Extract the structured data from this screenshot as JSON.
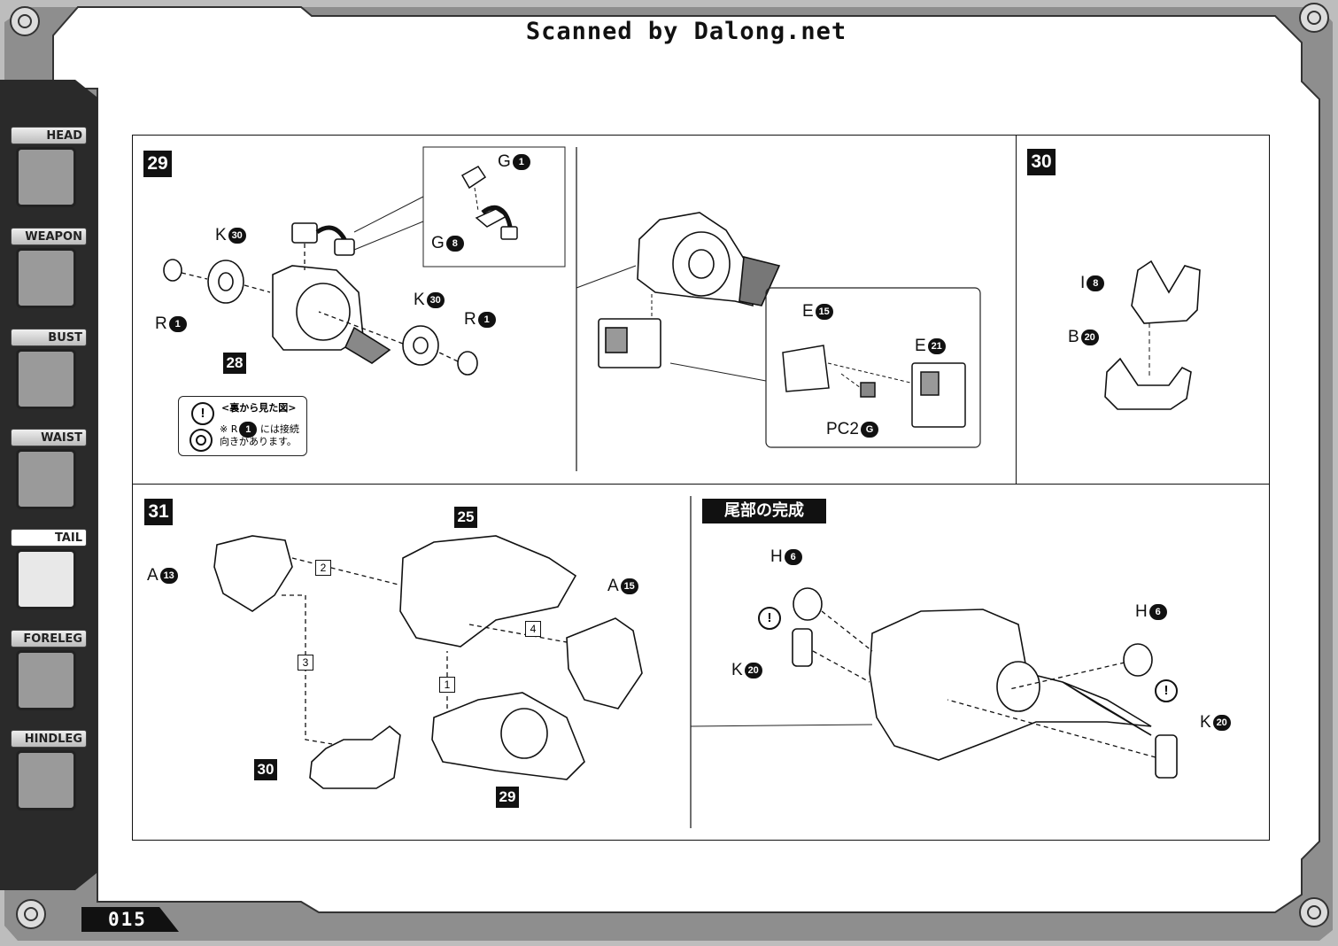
{
  "header": {
    "scan_credit": "Scanned by Dalong.net"
  },
  "sidebar": {
    "tabs": [
      {
        "label": "HEAD",
        "active": false
      },
      {
        "label": "WEAPON",
        "active": false
      },
      {
        "label": "BUST",
        "active": false
      },
      {
        "label": "WAIST",
        "active": false
      },
      {
        "label": "TAIL",
        "active": true
      },
      {
        "label": "FORELEG",
        "active": false
      },
      {
        "label": "HINDLEG",
        "active": false
      }
    ]
  },
  "page_number": "015",
  "steps": {
    "s29": {
      "badge": "29",
      "labels": {
        "k30a": {
          "letter": "K",
          "num": "30"
        },
        "r1a": {
          "letter": "R",
          "num": "1"
        },
        "p28": "28",
        "k30b": {
          "letter": "K",
          "num": "30"
        },
        "r1b": {
          "letter": "R",
          "num": "1"
        },
        "g1": {
          "letter": "G",
          "num": "1"
        },
        "g8": {
          "letter": "G",
          "num": "8"
        },
        "e15": {
          "letter": "E",
          "num": "15"
        },
        "e21": {
          "letter": "E",
          "num": "21"
        },
        "pc2g": {
          "letter": "PC2",
          "num": "G"
        }
      },
      "note": {
        "title": "<裏から見た図>",
        "line1_prefix": "※ R",
        "line1_num": "1",
        "line1_suffix": " には接続",
        "line2": "向きがあります。"
      }
    },
    "s30": {
      "badge": "30",
      "labels": {
        "i8": {
          "letter": "I",
          "num": "8"
        },
        "b20": {
          "letter": "B",
          "num": "20"
        }
      }
    },
    "s31": {
      "badge": "31",
      "labels": {
        "a13": {
          "letter": "A",
          "num": "13"
        },
        "a15": {
          "letter": "A",
          "num": "15"
        },
        "p25": "25",
        "p30": "30",
        "p29": "29"
      },
      "sequence": [
        "1",
        "2",
        "3",
        "4"
      ]
    },
    "complete": {
      "banner": "尾部の完成",
      "labels": {
        "h6a": {
          "letter": "H",
          "num": "6"
        },
        "k20a": {
          "letter": "K",
          "num": "20"
        },
        "h6b": {
          "letter": "H",
          "num": "6"
        },
        "k20b": {
          "letter": "K",
          "num": "20"
        }
      },
      "warning_glyph": "!"
    }
  },
  "colors": {
    "ink": "#111111",
    "paper": "#ffffff",
    "frame": "#9a9a9a"
  }
}
